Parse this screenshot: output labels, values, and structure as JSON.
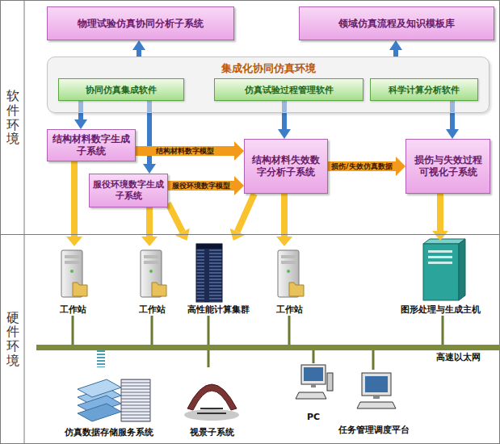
{
  "diagram": {
    "nodes": [
      {
        "text": [
          "软件环境"
        ]
      },
      {
        "text": [
          "硬件环境"
        ]
      },
      {
        "text": [
          "物理试验仿真协同分析子系统"
        ],
        "in": 0
      },
      {
        "text": [
          "领域仿真流程及知识模板库"
        ],
        "in": 0
      },
      {
        "text": [
          "集成化协同仿真环境"
        ],
        "in": 0
      },
      {
        "text": [
          "协同仿真集成软件"
        ],
        "in": 4
      },
      {
        "text": [
          "仿真试验过程管理软件"
        ],
        "in": 4
      },
      {
        "text": [
          "科学计算分析软件"
        ],
        "in": 4
      },
      {
        "text": [
          "结构材料数字生成子系统"
        ],
        "in": 0
      },
      {
        "text": [
          "服役环境数字生成子系统"
        ],
        "in": 0
      },
      {
        "text": [
          "结构材料失效数字分析子系统"
        ],
        "in": 0
      },
      {
        "text": [
          "损伤与失效过程可视化子系统"
        ],
        "in": 0
      },
      {
        "text": [
          "工作站"
        ],
        "in": 1
      },
      {
        "text": [
          "工作站"
        ],
        "in": 1
      },
      {
        "text": [
          "高性能计算集群"
        ],
        "in": 1
      },
      {
        "text": [
          "工作站"
        ],
        "in": 1
      },
      {
        "text": [
          "图形处理与生成主机"
        ],
        "in": 1
      },
      {
        "text": [
          "高速以太网"
        ],
        "in": 1
      },
      {
        "text": [
          "仿真数据存储服务系统"
        ],
        "in": 1
      },
      {
        "text": [
          "视景子系统"
        ],
        "in": 1
      },
      {
        "text": [
          "PC"
        ],
        "in": 1
      },
      {
        "text": [
          "任务管理调度平台"
        ],
        "in": 1
      }
    ],
    "edges": [
      {
        "from": 4,
        "to": 2,
        "arrow": "to"
      },
      {
        "from": 4,
        "to": 3,
        "arrow": "to"
      },
      {
        "from": 5,
        "to": 8,
        "arrow": "to"
      },
      {
        "from": 5,
        "to": 9,
        "arrow": "to"
      },
      {
        "from": 6,
        "to": 10,
        "arrow": "to"
      },
      {
        "from": 7,
        "to": 11,
        "arrow": "to"
      },
      {
        "from": 8,
        "to": 10,
        "arrow": "to",
        "label": "结构材料数字模型"
      },
      {
        "from": 9,
        "to": 10,
        "arrow": "to",
        "label": "服役环境数字模型"
      },
      {
        "from": 10,
        "to": 11,
        "arrow": "to",
        "label": "损伤/失效仿真数据"
      },
      {
        "from": 8,
        "to": 12,
        "arrow": "to"
      },
      {
        "from": 9,
        "to": 13,
        "arrow": "to"
      },
      {
        "from": 9,
        "to": 14,
        "arrow": "to"
      },
      {
        "from": 10,
        "to": 14,
        "arrow": "to"
      },
      {
        "from": 10,
        "to": 15,
        "arrow": "to"
      },
      {
        "from": 11,
        "to": 16,
        "arrow": "to"
      },
      {
        "from": 12,
        "to": 17,
        "arrow": "none"
      },
      {
        "from": 13,
        "to": 17,
        "arrow": "none"
      },
      {
        "from": 14,
        "to": 17,
        "arrow": "none"
      },
      {
        "from": 15,
        "to": 17,
        "arrow": "none"
      },
      {
        "from": 16,
        "to": 17,
        "arrow": "none"
      },
      {
        "from": 17,
        "to": 18,
        "arrow": "none"
      },
      {
        "from": 17,
        "to": 19,
        "arrow": "none"
      },
      {
        "from": 17,
        "to": 20,
        "arrow": "none"
      },
      {
        "from": 17,
        "to": 21,
        "arrow": "none"
      }
    ]
  }
}
